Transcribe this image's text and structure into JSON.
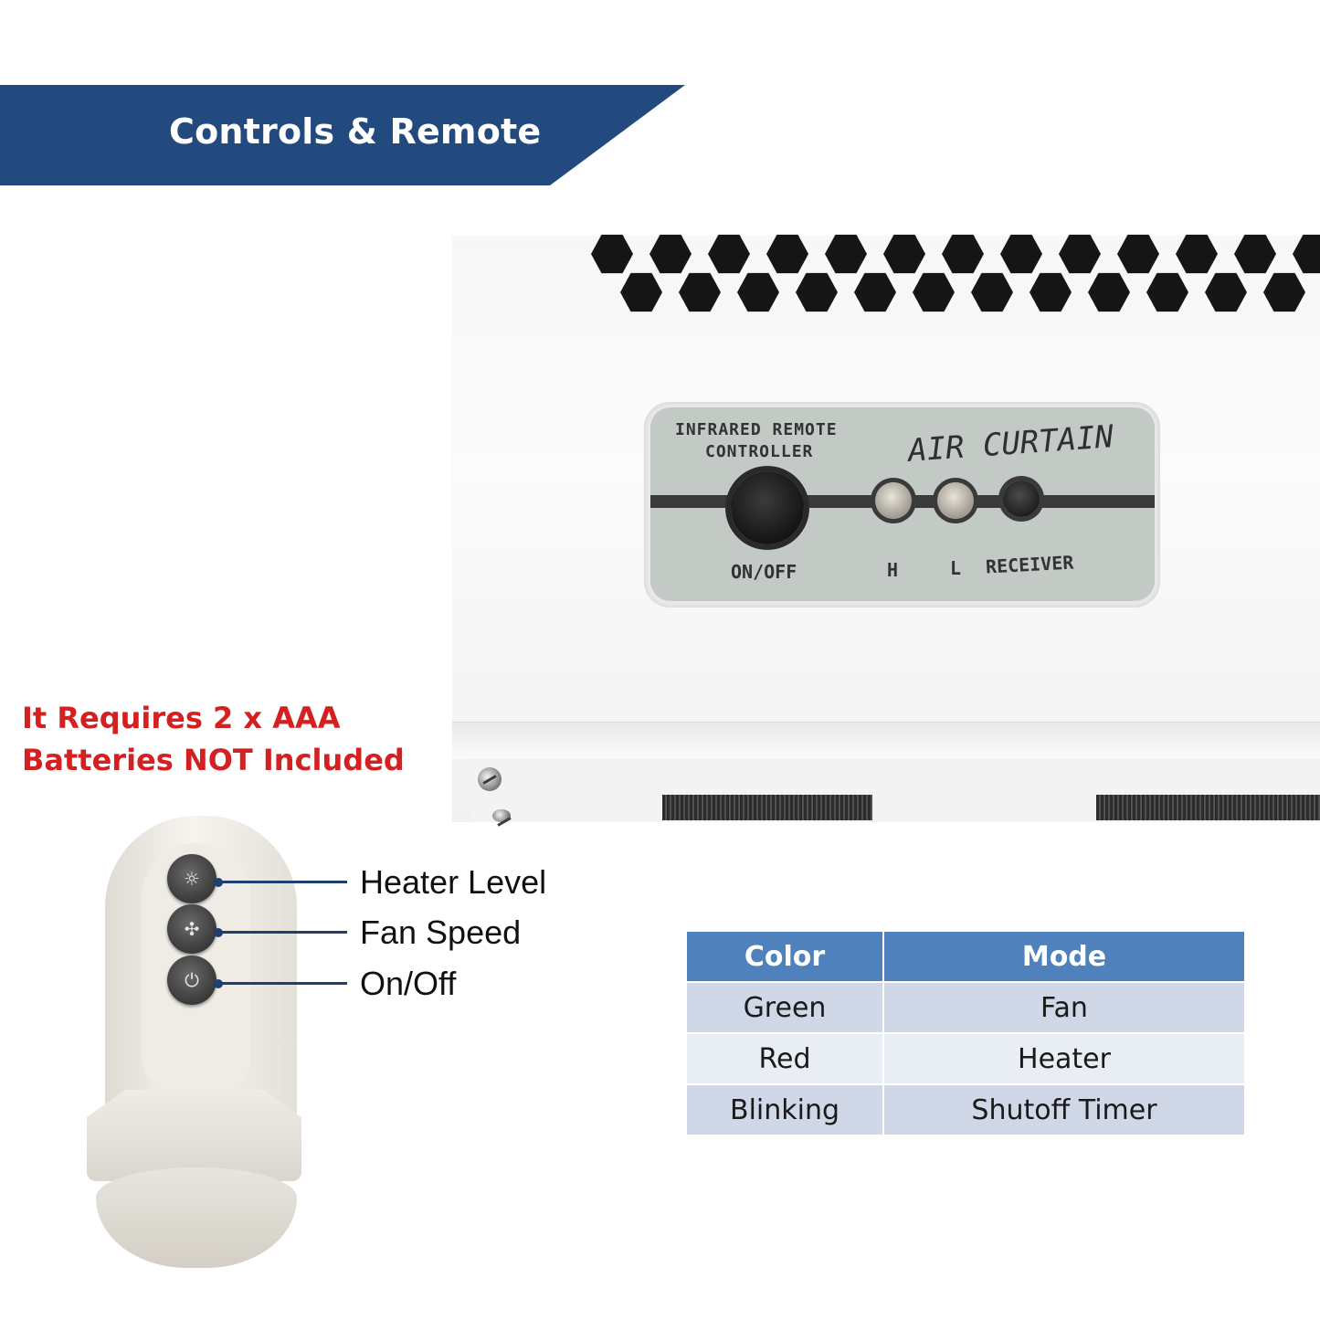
{
  "banner": {
    "title": "Controls & Remote",
    "color": "#234a7e"
  },
  "control_panel": {
    "label_line1": "INFRARED REMOTE",
    "label_line2": "CONTROLLER",
    "brand": "AIR CURTAIN",
    "onoff_label": "ON/OFF",
    "h_label": "H",
    "l_label": "L",
    "receiver_label": "RECEIVER"
  },
  "battery_note": {
    "line1": "It Requires 2 x AAA",
    "line2": "Batteries NOT Included",
    "color": "#d42020"
  },
  "remote": {
    "buttons": [
      {
        "icon": "sun-icon",
        "label": "Heater Level"
      },
      {
        "icon": "fan-icon",
        "label": "Fan Speed"
      },
      {
        "icon": "power-icon",
        "label": "On/Off"
      }
    ]
  },
  "mode_table": {
    "headers": [
      "Color",
      "Mode"
    ],
    "rows": [
      [
        "Green",
        "Fan"
      ],
      [
        "Red",
        "Heater"
      ],
      [
        "Blinking",
        "Shutoff Timer"
      ]
    ],
    "header_color": "#4f81bd"
  }
}
